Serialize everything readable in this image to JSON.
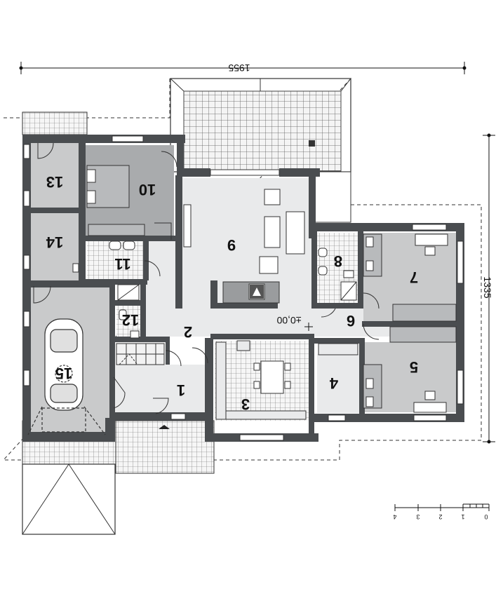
{
  "dimensions": {
    "width": "1955",
    "depth": "1335"
  },
  "level_mark": "±0,00",
  "scale_bar": {
    "ticks": [
      "0",
      "1",
      "2",
      "3",
      "4"
    ]
  },
  "rooms": [
    {
      "number": "1"
    },
    {
      "number": "2"
    },
    {
      "number": "3"
    },
    {
      "number": "4"
    },
    {
      "number": "5"
    },
    {
      "number": "6"
    },
    {
      "number": "7"
    },
    {
      "number": "8"
    },
    {
      "number": "9"
    },
    {
      "number": "10"
    },
    {
      "number": "11"
    },
    {
      "number": "12"
    },
    {
      "number": "13"
    },
    {
      "number": "14"
    },
    {
      "number": "15"
    }
  ],
  "colors": {
    "wall": "#4a4d50",
    "room_light": "#e9eaeb",
    "room_mid": "#c9cacb",
    "room_dark": "#a9abad",
    "terrace_line": "#555555"
  }
}
